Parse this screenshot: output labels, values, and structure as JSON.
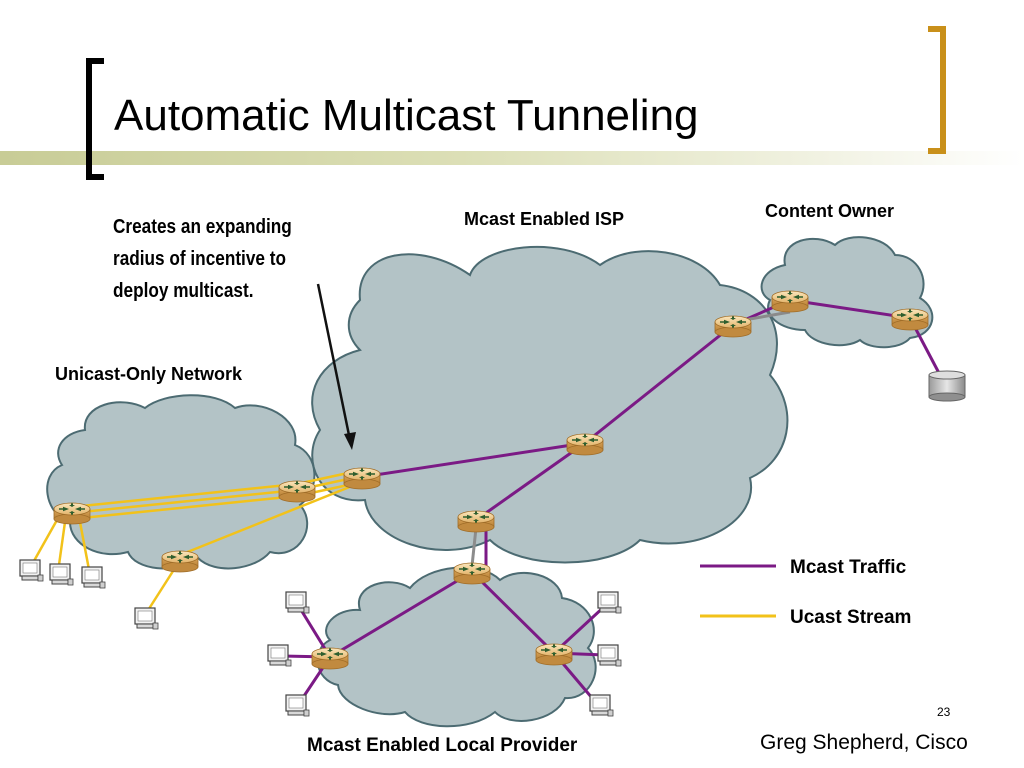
{
  "slide": {
    "title": "Automatic Multicast Tunneling",
    "note_lines": [
      "Creates an expanding",
      "radius of incentive to",
      "deploy multicast."
    ],
    "page_number": "23",
    "author": "Greg Shepherd, Cisco"
  },
  "clouds": {
    "isp_label": "Mcast Enabled ISP",
    "content_owner_label": "Content Owner",
    "unicast_label": "Unicast-Only Network",
    "local_provider_label": "Mcast Enabled Local Provider"
  },
  "legend": {
    "mcast_label": "Mcast Traffic",
    "mcast_color": "#7b1a85",
    "ucast_label": "Ucast Stream",
    "ucast_color": "#f2c21a"
  },
  "icons": [
    "router-icon",
    "workstation-icon",
    "server-icon"
  ],
  "colors": {
    "cloud_fill": "#b3c3c6",
    "cloud_stroke": "#4c6b72",
    "router_fill": "#e8b870",
    "accent_bracket": "#c9901a"
  }
}
